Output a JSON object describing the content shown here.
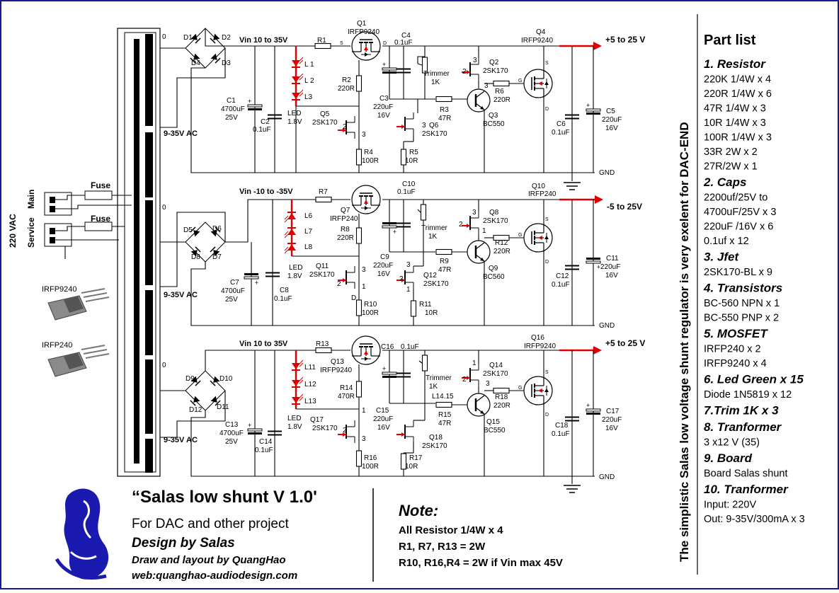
{
  "parts": {
    "D1": "D1",
    "D2": "D2",
    "D3": "D3",
    "D4": "D4",
    "D5": "D5",
    "D6": "D6",
    "D7": "D7",
    "D8": "D8",
    "D9": "D9",
    "D10": "D10",
    "D11": "D11",
    "D12": "D12",
    "Q1": "Q1",
    "Q1v": "IRFP9240",
    "Q2": "Q2",
    "Q2v": "2SK170",
    "Q3": "Q3",
    "Q3v": "BC550",
    "Q4": "Q4",
    "Q4v": "IRFP9240",
    "Q5": "Q5",
    "Q5v": "2SK170",
    "Q6": "Q6",
    "Q6v": "2SK170",
    "Q7": "Q7",
    "Q7v": "IRFP240",
    "Q8": "Q8",
    "Q8v": "2SK170",
    "Q9": "Q9",
    "Q9v": "BC560",
    "Q10": "Q10",
    "Q10v": "IRFP240",
    "Q11": "Q11",
    "Q11v": "2SK170",
    "Q12": "Q12",
    "Q12v": "2SK170",
    "Q13": "Q13",
    "Q13v": "IRFP9240",
    "Q14": "Q14",
    "Q14v": "2SK170",
    "Q15": "Q15",
    "Q15v": "BC550",
    "Q16": "Q16",
    "Q16v": "IRFP9240",
    "Q17": "Q17",
    "Q17v": "2SK170",
    "Q18": "Q18",
    "Q18v": "2SK170",
    "C1": "C1",
    "C1v": "4700uF",
    "C1r": "25V",
    "C2": "C2",
    "C2v": "0.1uF",
    "C3": "C3",
    "C3v": "220uF",
    "C3r": "16V",
    "C4": "C4",
    "C4v": "0.1uF",
    "C5": "C5",
    "C5v": "220uF",
    "C5r": "16V",
    "C6": "C6",
    "C6v": "0.1uF",
    "C7": "C7",
    "C7v": "4700uF",
    "C7r": "25V",
    "C8": "C8",
    "C8v": "0.1uF",
    "C9": "C9",
    "C9v": "220uF",
    "C9r": "16V",
    "C10": "C10",
    "C10v": "0.1uF",
    "C11": "C11",
    "C11v": "220uF",
    "C11r": "16V",
    "C12": "C12",
    "C12v": "0.1uF",
    "C13": "C13",
    "C13v": "4700uF",
    "C13r": "25V",
    "C14": "C14",
    "C14v": "0.1uF",
    "C15": "C15",
    "C15v": "220uF",
    "C15r": "16V",
    "C16": "C16",
    "C16v": "0.1uF",
    "C17": "C17",
    "C17v": "220uF",
    "C17r": "16V",
    "C18": "C18",
    "C18v": "0.1uF",
    "R1": "R1",
    "R2": "R2",
    "R2v": "220R",
    "R3": "R3",
    "R3v": "47R",
    "R4": "R4",
    "R4v": "100R",
    "R5": "R5",
    "R5v": "10R",
    "R6": "R6",
    "R6v": "220R",
    "R7": "R7",
    "R8": "R8",
    "R8v": "220R",
    "R9": "R9",
    "R9v": "47R",
    "R10": "R10",
    "R10v": "100R",
    "R11": "R11",
    "R11v": "10R",
    "R12": "R12",
    "R12v": "220R",
    "R13": "R13",
    "R14": "R14",
    "R14v": "470R",
    "R15": "R15",
    "R15v": "47R",
    "R16": "R16",
    "R16v": "100R",
    "R17": "R17",
    "R17v": "10R",
    "R18": "R18",
    "R18v": "220R",
    "L1": "L 1",
    "L2": "L 2",
    "L3": "L3",
    "L6": "L6",
    "L7": "L7",
    "L8": "L8",
    "L11": "L11",
    "L12": "L12",
    "L13": "L13",
    "LED": "LED",
    "LEDv": "1.8V",
    "trimmer": "Trimmer",
    "trimmerv": "1K",
    "trim3": "1K",
    "L1415": "L14.15",
    "pinS": "S",
    "pinD": "D",
    "pinG": "G",
    "pin1": "1",
    "pin2": "2",
    "pin3": "3",
    "zero": "0"
  },
  "rails": {
    "vin1": "Vin 10 to 35V",
    "vin2": "Vin -10 to -35V",
    "vin3": "Vin 10 to 35V",
    "out1": "+5 to 25 V",
    "out2": "-5 to 25V",
    "out3": "+5 to 25 V",
    "gnd": "GND",
    "ac": "9-35V AC"
  },
  "mains": {
    "fuse1": "Fuse",
    "fuse2": "Fuse",
    "label_v": "220 VAC",
    "main": "Main",
    "service": "Service",
    "pkg1": "IRFP9240",
    "pkg2": "IRFP240"
  },
  "title": {
    "name": "“Salas low shunt V 1.0'",
    "line1": "For DAC and other project",
    "line2": "Design by Salas",
    "line3": "Draw and layout by QuangHao",
    "line4": "web:quanghao-audiodesign.com"
  },
  "note": {
    "heading": "Note:",
    "l1": "All Resistor 1/4W x 4",
    "l2": "R1, R7, R13 = 2W",
    "l3": "R10, R16,R4 = 2W if Vin max 45V"
  },
  "side_text": "The simplistic Salas low voltage shunt regulator is very exelent  for DAC-END",
  "part_list": {
    "title": "Part list",
    "sections": [
      {
        "h": "1. Resistor",
        "items": [
          "220K 1/4W x 4",
          "220R 1/4W x 6",
          "47R 1/4W x 3",
          "10R 1/4W x 3",
          "100R 1/4W x 3",
          "33R 2W  x 2",
          "27R/2W x 1"
        ]
      },
      {
        "h": "2. Caps",
        "items": [
          " 2200uf/25V  to",
          "4700uF/25V x 3",
          "220uF /16V x  6",
          "0.1uf x 12"
        ]
      },
      {
        "h": "3. Jfet",
        "items": [
          "2SK170-BL x 9"
        ]
      },
      {
        "h": "4. Transistors",
        "items": [
          "BC-560 NPN x 1",
          "BC-550 PNP x  2"
        ]
      },
      {
        "h": "5. MOSFET",
        "items": [
          "IRFP240 x 2",
          "IRFP9240 x  4"
        ]
      },
      {
        "h": "6. Led Green x 15",
        "items": [
          "Diode 1N5819 x 12"
        ]
      },
      {
        "h": "7.Trim 1K x 3",
        "items": []
      },
      {
        "h": "8. Tranformer",
        "items": [
          "3 x12 V (35)"
        ]
      },
      {
        "h": "9. Board",
        "items": [
          " Board Salas shunt"
        ]
      },
      {
        "h": "10.  Tranformer",
        "items": [
          "Input: 220V",
          "Out: 9-35V/300mA x 3"
        ]
      }
    ]
  },
  "colors": {
    "wire": "#000000",
    "led": "#e00000",
    "out_arrow": "#e00000",
    "logo": "#1a1ab0",
    "border": "#1a1a8c"
  }
}
